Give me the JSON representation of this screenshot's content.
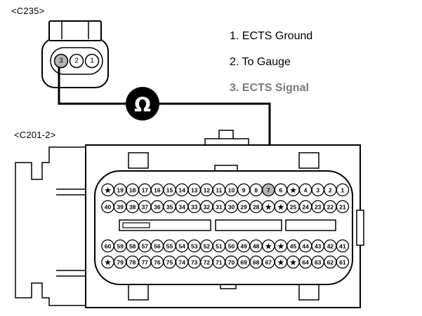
{
  "labels": {
    "c235": "<C235>",
    "c201": "<C201-2>"
  },
  "legend": [
    {
      "text": "1. ECTS Ground",
      "highlight": false
    },
    {
      "text": "2. To Gauge",
      "highlight": false
    },
    {
      "text": "3. ECTS Signal",
      "highlight": true
    }
  ],
  "ohm_symbol": "Ω",
  "c235_pins": [
    "3",
    "2",
    "1"
  ],
  "c201_rows": [
    [
      "★",
      "19",
      "18",
      "17",
      "16",
      "15",
      "14",
      "13",
      "12",
      "11",
      "10",
      "9",
      "8",
      "7",
      "6",
      "★",
      "4",
      "3",
      "2",
      "1"
    ],
    [
      "40",
      "39",
      "38",
      "37",
      "36",
      "35",
      "34",
      "33",
      "32",
      "31",
      "30",
      "29",
      "28",
      "★",
      "★",
      "25",
      "24",
      "23",
      "22",
      "21"
    ],
    [
      "60",
      "59",
      "58",
      "57",
      "56",
      "55",
      "54",
      "53",
      "52",
      "51",
      "50",
      "49",
      "48",
      "★",
      "★",
      "45",
      "44",
      "43",
      "42",
      "41"
    ],
    [
      "★",
      "79",
      "78",
      "77",
      "76",
      "75",
      "74",
      "73",
      "72",
      "71",
      "70",
      "69",
      "68",
      "67",
      "★",
      "★",
      "64",
      "63",
      "62",
      "61"
    ]
  ],
  "colors": {
    "line": "#000000",
    "pin_highlight": "#b5b5b5",
    "legend_highlight": "#7a7a7a"
  }
}
